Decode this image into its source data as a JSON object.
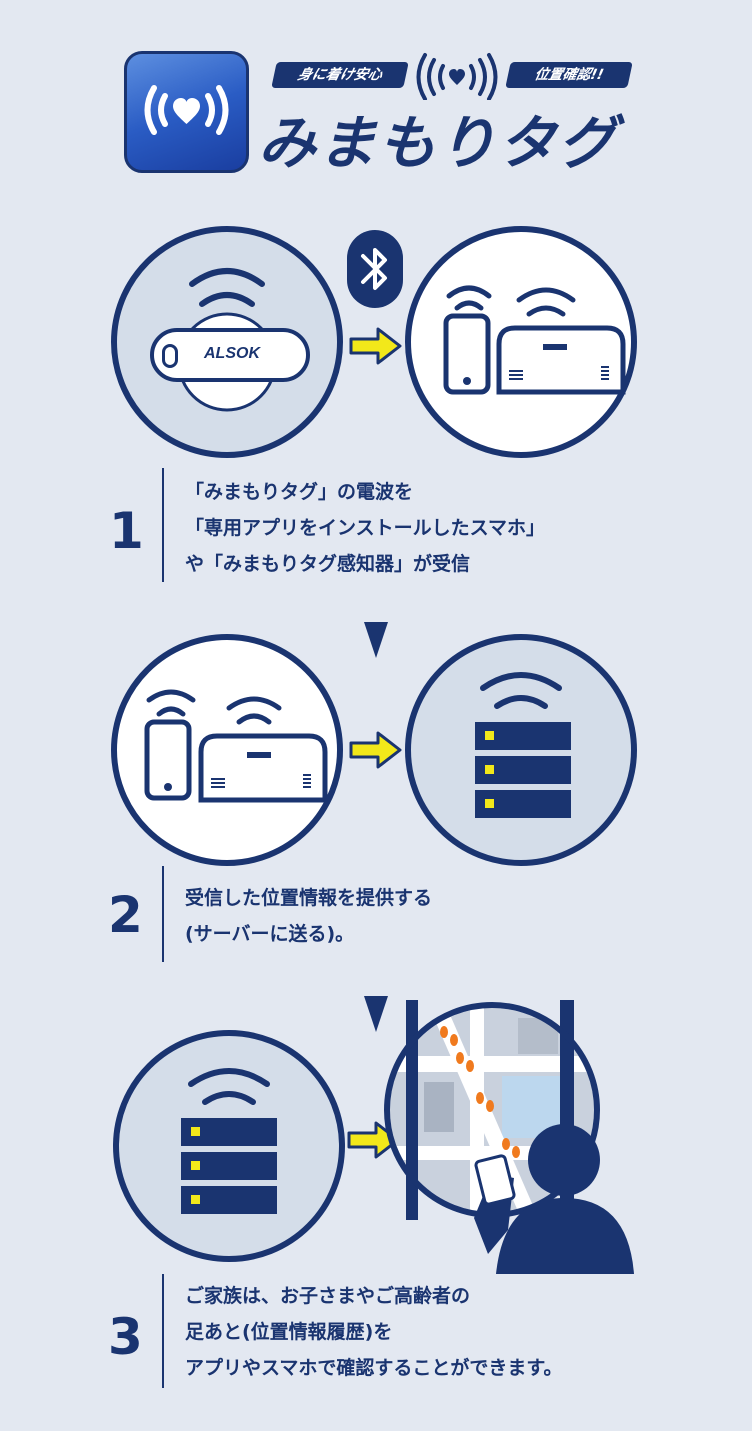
{
  "header": {
    "tagline_left": "身に着け安心",
    "tagline_right": "位置確認!!",
    "logo_text": "みまもりタグ",
    "app_icon": "heart-signal-icon"
  },
  "colors": {
    "navy": "#1a3470",
    "background": "#e3e8f1",
    "circle_light": "#d4dde9",
    "arrow_yellow": "#f2e81a",
    "footprint_orange": "#f07a1e",
    "map_water": "#bcd7ee"
  },
  "diagram": {
    "tag_brand": "ALSOK",
    "bluetooth_icon": "bluetooth-icon"
  },
  "steps": [
    {
      "number": "1",
      "lines": [
        "「みまもりタグ」の電波を",
        "「専用アプリをインストールしたスマホ」",
        "や「みまもりタグ感知器」が受信"
      ]
    },
    {
      "number": "2",
      "lines": [
        "受信した位置情報を提供する",
        "(サーバーに送る)。"
      ]
    },
    {
      "number": "3",
      "lines": [
        "ご家族は、お子さまやご高齢者の",
        "足あと(位置情報履歴)を",
        "アプリやスマホで確認することができます。"
      ]
    }
  ]
}
